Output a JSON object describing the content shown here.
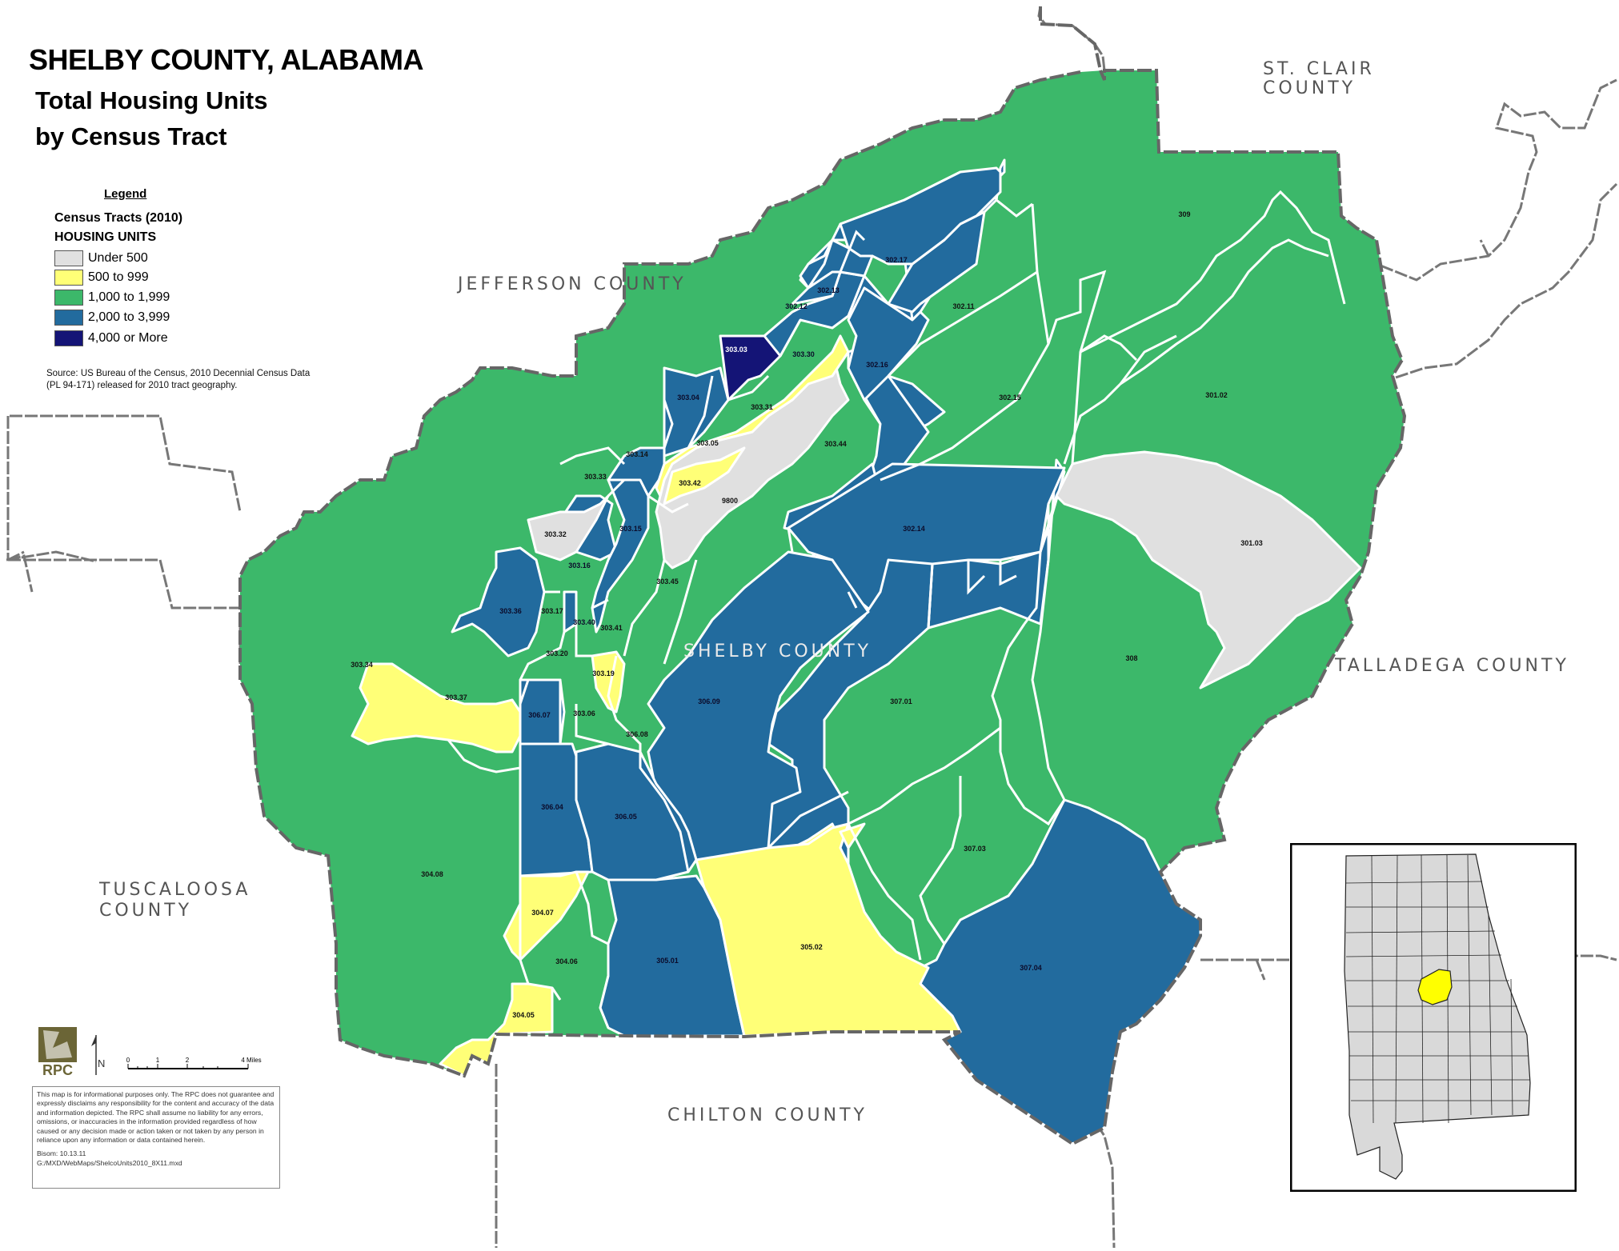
{
  "title": "SHELBY COUNTY, ALABAMA",
  "subtitle1": "Total Housing Units",
  "subtitle2": "by Census Tract",
  "legend": {
    "title": "Legend",
    "layer": "Census Tracts (2010)",
    "field": "HOUSING UNITS",
    "classes": [
      {
        "label": "Under 500",
        "color": "#e0e0e0"
      },
      {
        "label": "500 to 999",
        "color": "#ffff77"
      },
      {
        "label": "1,000 to 1,999",
        "color": "#3cb86a"
      },
      {
        "label": "2,000 to 3,999",
        "color": "#226b9e"
      },
      {
        "label": "4,000 or More",
        "color": "#141476"
      }
    ]
  },
  "source": "Source: US Bureau of the Census, 2010 Decennial Census Data (PL 94-171) released for 2010 tract geography.",
  "counties": {
    "jefferson": "JEFFERSON COUNTY",
    "stclair_1": "ST. CLAIR",
    "stclair_2": "COUNTY",
    "talladega": "TALLADEGA COUNTY",
    "tuscaloosa_1": "TUSCALOOSA",
    "tuscaloosa_2": "COUNTY",
    "chilton": "CHILTON COUNTY",
    "shelby": "SHELBY COUNTY"
  },
  "tracts": [
    {
      "id": "303.03",
      "class": 4
    },
    {
      "id": "302.12",
      "class": 3
    },
    {
      "id": "302.13",
      "class": 3
    },
    {
      "id": "302.17",
      "class": 3
    },
    {
      "id": "302.11",
      "class": 2
    },
    {
      "id": "309",
      "class": 2
    },
    {
      "id": "303.30",
      "class": 3
    },
    {
      "id": "302.16",
      "class": 3
    },
    {
      "id": "302.15",
      "class": 2
    },
    {
      "id": "301.02",
      "class": 2
    },
    {
      "id": "303.04",
      "class": 3
    },
    {
      "id": "303.31",
      "class": 2
    },
    {
      "id": "303.05",
      "class": 2
    },
    {
      "id": "303.44",
      "class": 2
    },
    {
      "id": "303.14",
      "class": 2
    },
    {
      "id": "303.33",
      "class": 2
    },
    {
      "id": "303.42",
      "class": 1
    },
    {
      "id": "9800",
      "class": 0
    },
    {
      "id": "302.14",
      "class": 3
    },
    {
      "id": "301.03",
      "class": 0
    },
    {
      "id": "303.32",
      "class": 0
    },
    {
      "id": "303.15",
      "class": 3
    },
    {
      "id": "303.16",
      "class": 3
    },
    {
      "id": "303.45",
      "class": 2
    },
    {
      "id": "303.36",
      "class": 3
    },
    {
      "id": "303.17",
      "class": 2
    },
    {
      "id": "303.40",
      "class": 3
    },
    {
      "id": "303.41",
      "class": 2
    },
    {
      "id": "303.20",
      "class": 2
    },
    {
      "id": "303.19",
      "class": 1
    },
    {
      "id": "303.34",
      "class": 2
    },
    {
      "id": "303.37",
      "class": 1
    },
    {
      "id": "306.07",
      "class": 3
    },
    {
      "id": "303.06",
      "class": 2
    },
    {
      "id": "306.08",
      "class": 2
    },
    {
      "id": "306.09",
      "class": 3
    },
    {
      "id": "307.01",
      "class": 2
    },
    {
      "id": "308",
      "class": 2
    },
    {
      "id": "306.04",
      "class": 3
    },
    {
      "id": "306.05",
      "class": 3
    },
    {
      "id": "307.03",
      "class": 2
    },
    {
      "id": "304.08",
      "class": 2
    },
    {
      "id": "304.07",
      "class": 1
    },
    {
      "id": "304.06",
      "class": 2
    },
    {
      "id": "305.01",
      "class": 3
    },
    {
      "id": "305.02",
      "class": 1
    },
    {
      "id": "307.04",
      "class": 3
    },
    {
      "id": "304.05",
      "class": 1
    }
  ],
  "scalebar": {
    "ticks": [
      "0",
      "1",
      "2",
      "4 Miles"
    ]
  },
  "north_arrow": "N",
  "logo_text": "RPC",
  "disclaimer": "This map is for informational purposes only. The RPC does not guarantee and expressly disclaims any responsibility for the content and accuracy of the data and information depicted. The RPC shall assume no liability for any errors, omissions, or inaccuracies in the information provided regardless of how caused or any decision made or action taken or not taken by any person in reliance upon any information or data contained herein.",
  "author_date": "Bisom: 10.13.11",
  "file_path": "G:/MXD/WebMaps/ShelcoUnits2010_8X11.mxd",
  "inset": {
    "highlight_color": "#ffff00",
    "base_color": "#d9d9d9"
  }
}
